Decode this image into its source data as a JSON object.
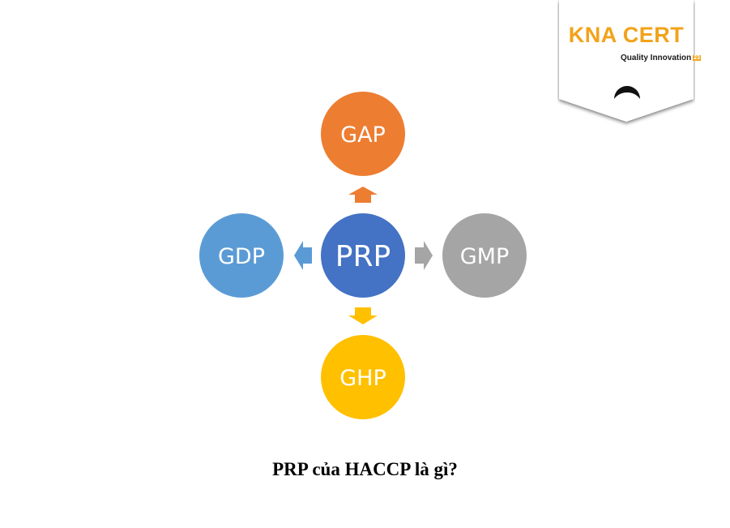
{
  "brand": {
    "name": "KNA CERT",
    "tagline": "Quality Innovation",
    "tagline_mark": "23",
    "name_color": "#f2a31a"
  },
  "diagram": {
    "nodes": [
      {
        "id": "center",
        "label": "PRP",
        "color": "#4472c4"
      },
      {
        "id": "top",
        "label": "GAP",
        "color": "#ed7d31"
      },
      {
        "id": "left",
        "label": "GDP",
        "color": "#5b9bd5"
      },
      {
        "id": "right",
        "label": "GMP",
        "color": "#a5a5a5"
      },
      {
        "id": "bottom",
        "label": "GHP",
        "color": "#ffc000"
      }
    ]
  },
  "caption": "PRP của HACCP là gì?"
}
